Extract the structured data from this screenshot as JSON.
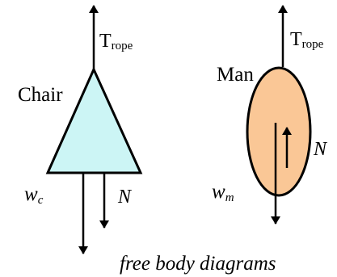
{
  "colors": {
    "chair_fill": "#ccf5f5",
    "man_fill": "#fac796",
    "stroke": "#000000"
  },
  "chair": {
    "label": "Chair",
    "tension": {
      "base": "T",
      "sub": "rope"
    },
    "weight": {
      "base": "w",
      "sub": "c"
    },
    "normal": "N"
  },
  "man": {
    "label": "Man",
    "tension": {
      "base": "T",
      "sub": "rope"
    },
    "weight": {
      "base": "w",
      "sub": "m"
    },
    "normal": "N"
  },
  "caption": "free body diagrams"
}
